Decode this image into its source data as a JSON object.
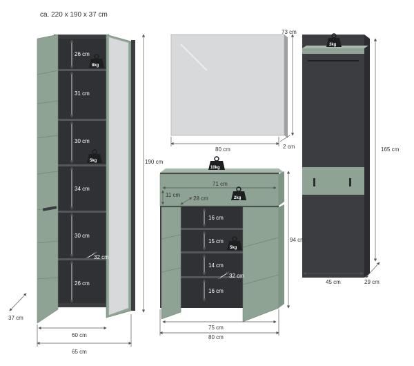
{
  "header": {
    "dimensions": "ca. 220 x 190 x 37 cm"
  },
  "colors": {
    "sage": "#8ea393",
    "anthracite": "#3b3d40",
    "mirror": "#d7d9da",
    "dim_line": "#555555"
  },
  "tall_cabinet": {
    "shelf_heights": [
      "26 cm",
      "31 cm",
      "30 cm",
      "34 cm",
      "30 cm",
      "26 cm"
    ],
    "depth_inner": "32 cm",
    "height": "190 cm",
    "width_inner": "60 cm",
    "width_outer": "65 cm",
    "depth": "37 cm",
    "loads": [
      "8kg",
      "5kg"
    ]
  },
  "mirror": {
    "height": "73 cm",
    "width": "80 cm",
    "depth": "2 cm"
  },
  "shoe_cabinet": {
    "drawer_width": "71 cm",
    "drawer_height": "11 cm",
    "drawer_depth": "28 cm",
    "shelf_heights": [
      "16 cm",
      "15 cm",
      "14 cm",
      "16 cm"
    ],
    "depth_inner": "32 cm",
    "height": "94 cm",
    "width_inner": "75 cm",
    "width_outer": "80 cm",
    "loads": [
      "10kg",
      "2kg",
      "5kg"
    ]
  },
  "coat_rack": {
    "height": "165 cm",
    "width": "45 cm",
    "depth": "29 cm",
    "load": "3kg"
  }
}
